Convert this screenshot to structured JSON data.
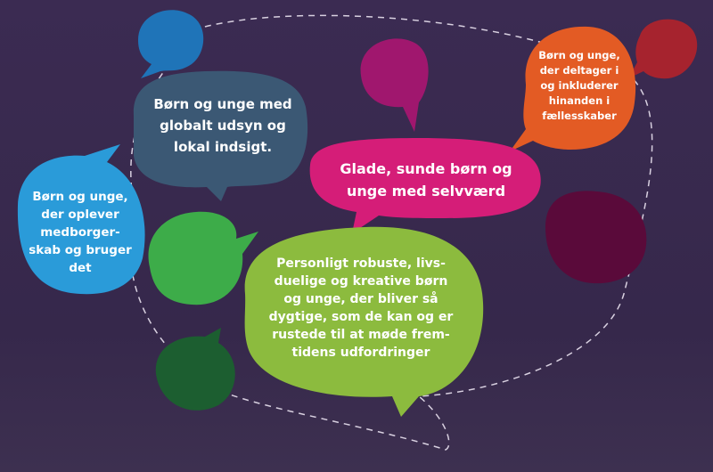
{
  "colors": {
    "background": "#3a2b4f",
    "blue_small": "#1f74b8",
    "slate": "#3b5874",
    "blue": "#2a9bd9",
    "magenta_small": "#a0176e",
    "pink": "#d51d78",
    "orange": "#e35b24",
    "red_small": "#a6232e",
    "maroon": "#5a0a3a",
    "green_small": "#3dac49",
    "lime": "#8cbb3e",
    "dark_green": "#1c5e30"
  },
  "bubbles": {
    "global": {
      "lines": [
        "Børn og unge med",
        "globalt udsyn og",
        "lokal indsigt."
      ]
    },
    "citizenship": {
      "lines": [
        "Børn og unge,",
        "der oplever",
        "medborger-",
        "skab og bruger",
        "det"
      ]
    },
    "community": {
      "lines": [
        "Børn og unge,",
        "der deltager i",
        "og inkluderer",
        "hinanden i",
        "fællesskaber"
      ]
    },
    "selfworth": {
      "lines": [
        "Glade, sunde børn og",
        "unge med selvværd"
      ]
    },
    "robust": {
      "lines": [
        "Personligt robuste, livs-",
        "duelige og kreative børn",
        "og unge, der bliver så",
        "dygtige, som de kan og er",
        "rustede til at møde frem-",
        "tidens udfordringer"
      ]
    }
  }
}
